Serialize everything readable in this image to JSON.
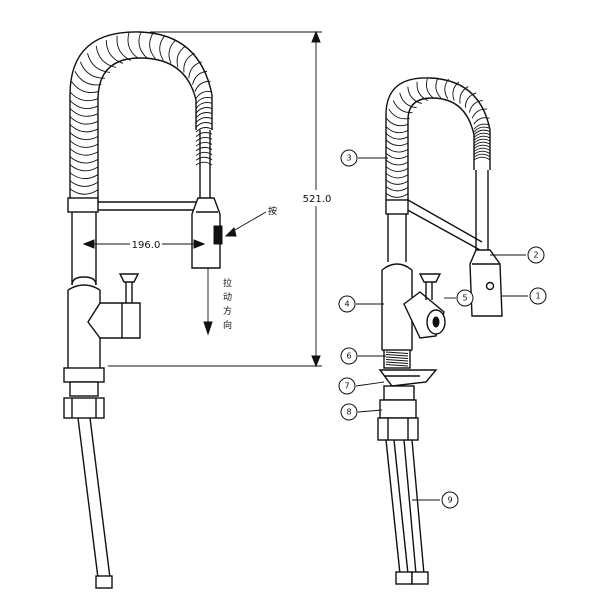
{
  "dimensions": {
    "height": "521.0",
    "reach": "196.0"
  },
  "annotations": {
    "press": "按",
    "pull_direction": [
      "拉",
      "动",
      "方",
      "向"
    ]
  },
  "callouts": [
    "1",
    "2",
    "3",
    "4",
    "5",
    "6",
    "7",
    "8",
    "9"
  ]
}
